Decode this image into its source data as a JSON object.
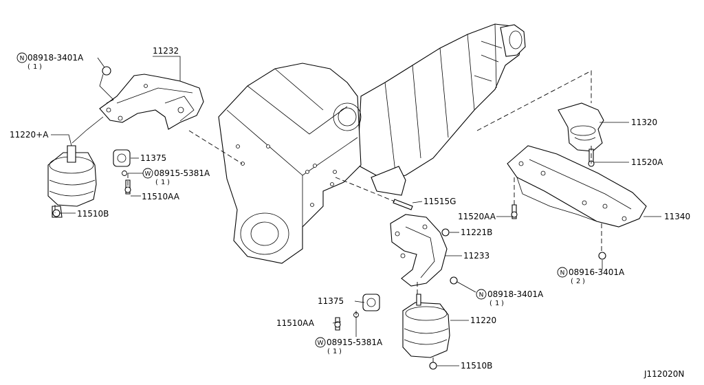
{
  "diagram_code": "J112020N",
  "callouts": {
    "c08918_tl": {
      "prefix": "N",
      "part": "08918-3401A",
      "qty": "1"
    },
    "c11232": {
      "part": "11232"
    },
    "c11220a": {
      "part": "11220+A"
    },
    "c11375_l": {
      "part": "11375"
    },
    "c08915_l": {
      "prefix": "W",
      "part": "08915-5381A",
      "qty": "1"
    },
    "c11510aa_l": {
      "part": "11510AA"
    },
    "c11510b_l": {
      "part": "11510B"
    },
    "c11320": {
      "part": "11320"
    },
    "c11520a": {
      "part": "11520A"
    },
    "c11520aa": {
      "part": "11520AA"
    },
    "c11340": {
      "part": "11340"
    },
    "c08916_r": {
      "prefix": "N",
      "part": "08916-3401A",
      "qty": "2"
    },
    "c11515g": {
      "part": "11515G"
    },
    "c11221b": {
      "part": "11221B"
    },
    "c11233": {
      "part": "11233"
    },
    "c08918_r": {
      "prefix": "N",
      "part": "08918-3401A",
      "qty": "1"
    },
    "c11375_r": {
      "part": "11375"
    },
    "c11220": {
      "part": "11220"
    },
    "c11510aa_r": {
      "part": "11510AA"
    },
    "c08915_r": {
      "prefix": "W",
      "part": "08915-5381A",
      "qty": "1"
    },
    "c11510b_r": {
      "part": "11510B"
    }
  }
}
